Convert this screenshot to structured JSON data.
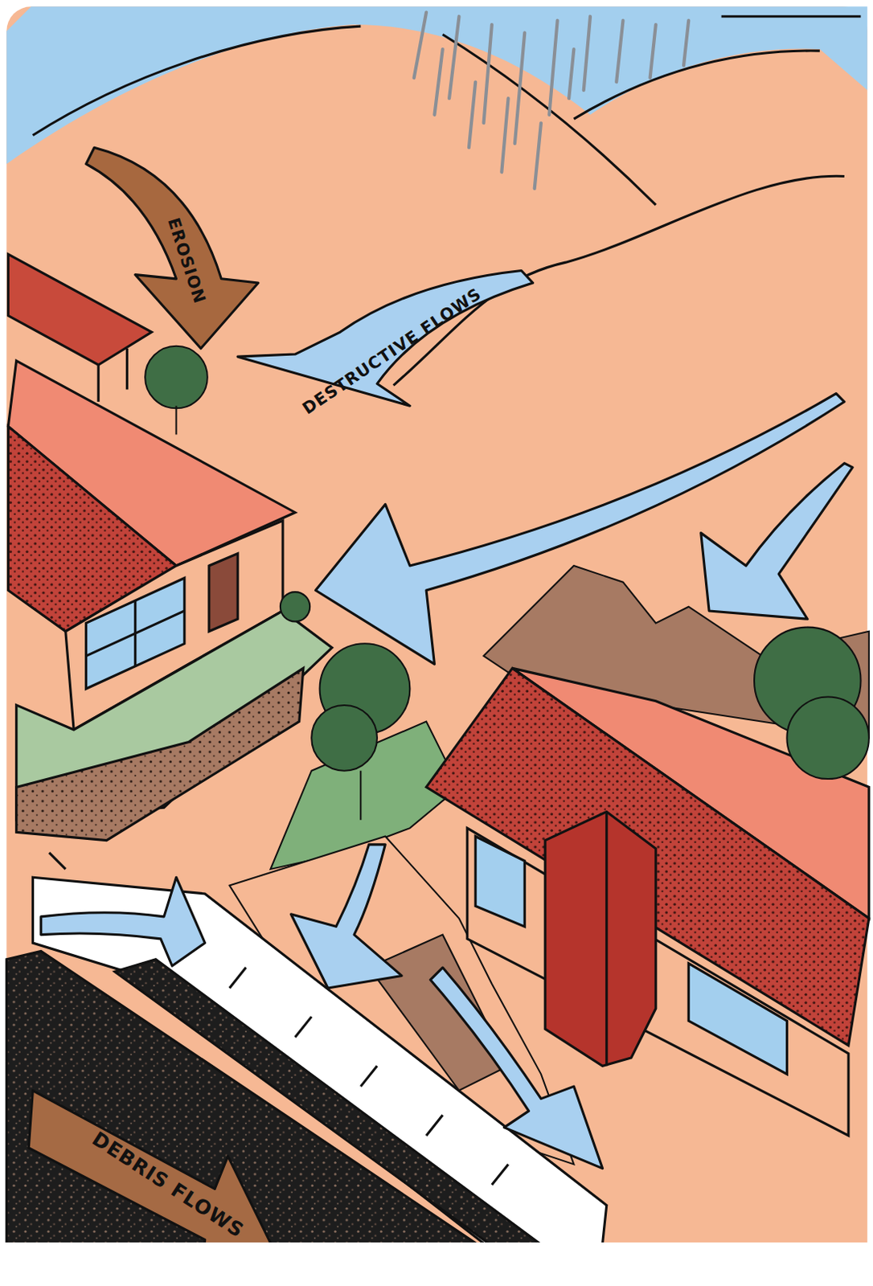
{
  "diagram": {
    "labels": [
      "EROSION",
      "DESTRUCTIVE FLOWS",
      "DEBRIS FLOWS"
    ]
  }
}
